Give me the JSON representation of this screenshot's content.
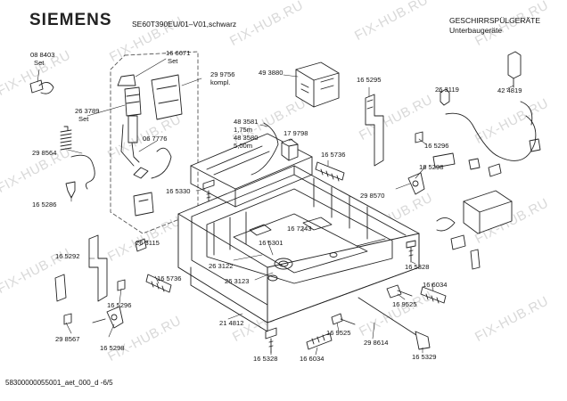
{
  "header": {
    "brand": "SIEMENS",
    "model": "SE60T390EU/01–V01,schwarz",
    "title_line1": "GESCHIRRSPÜLGERÄTE",
    "title_line2": "Unterbaugeräte"
  },
  "footer": {
    "code": "58300000055001_aet_000_d  -6/5"
  },
  "watermark": "FIX-HUB.RU",
  "colors": {
    "line": "#222222",
    "watermark": "#d9d9d9",
    "dash": "#555555"
  },
  "labels": {
    "p088403": "08 8403",
    "p088403_set": "Set",
    "p166671": "16 6671",
    "p166671_set": "Set",
    "p263789": "26 3789",
    "p263789_set": "Set",
    "p299756": "29 9756",
    "p299756_kompl": "kompl.",
    "p298564": "29 8564",
    "p067776": "06 7776",
    "p165286": "16 5286",
    "p493880": "49 3880",
    "p483581": "48 3581",
    "p483581_len": "1,75m",
    "p483580": "48 3580",
    "p483580_len": "5,00m",
    "p179798": "17 9798",
    "p165330": "16 5330",
    "p165295": "16 5295",
    "p263119": "26 3119",
    "p424819": "42 4819",
    "p165296_top": "16 5296",
    "p165736_top": "16 5736",
    "p165298_top": "16 5298",
    "p298570": "29 8570",
    "p167243": "16 7243",
    "p165301": "16 5301",
    "p263115": "26 3115",
    "p263122": "26 3122",
    "p263123": "26 3123",
    "p165292": "16 5292",
    "p165736_bot": "16 5736",
    "p165296_bot": "16 5296",
    "p298567": "29 8567",
    "p165298_bot": "16 5298",
    "p214812": "21 4812",
    "p165328_right": "16 5328",
    "p166034_right": "16 6034",
    "p169525_right": "16 9525",
    "p169525_mid": "16 9525",
    "p298614": "29 8614",
    "p165328_bot": "16 5328",
    "p166034_bot": "16 6034",
    "p165329": "16 5329"
  }
}
